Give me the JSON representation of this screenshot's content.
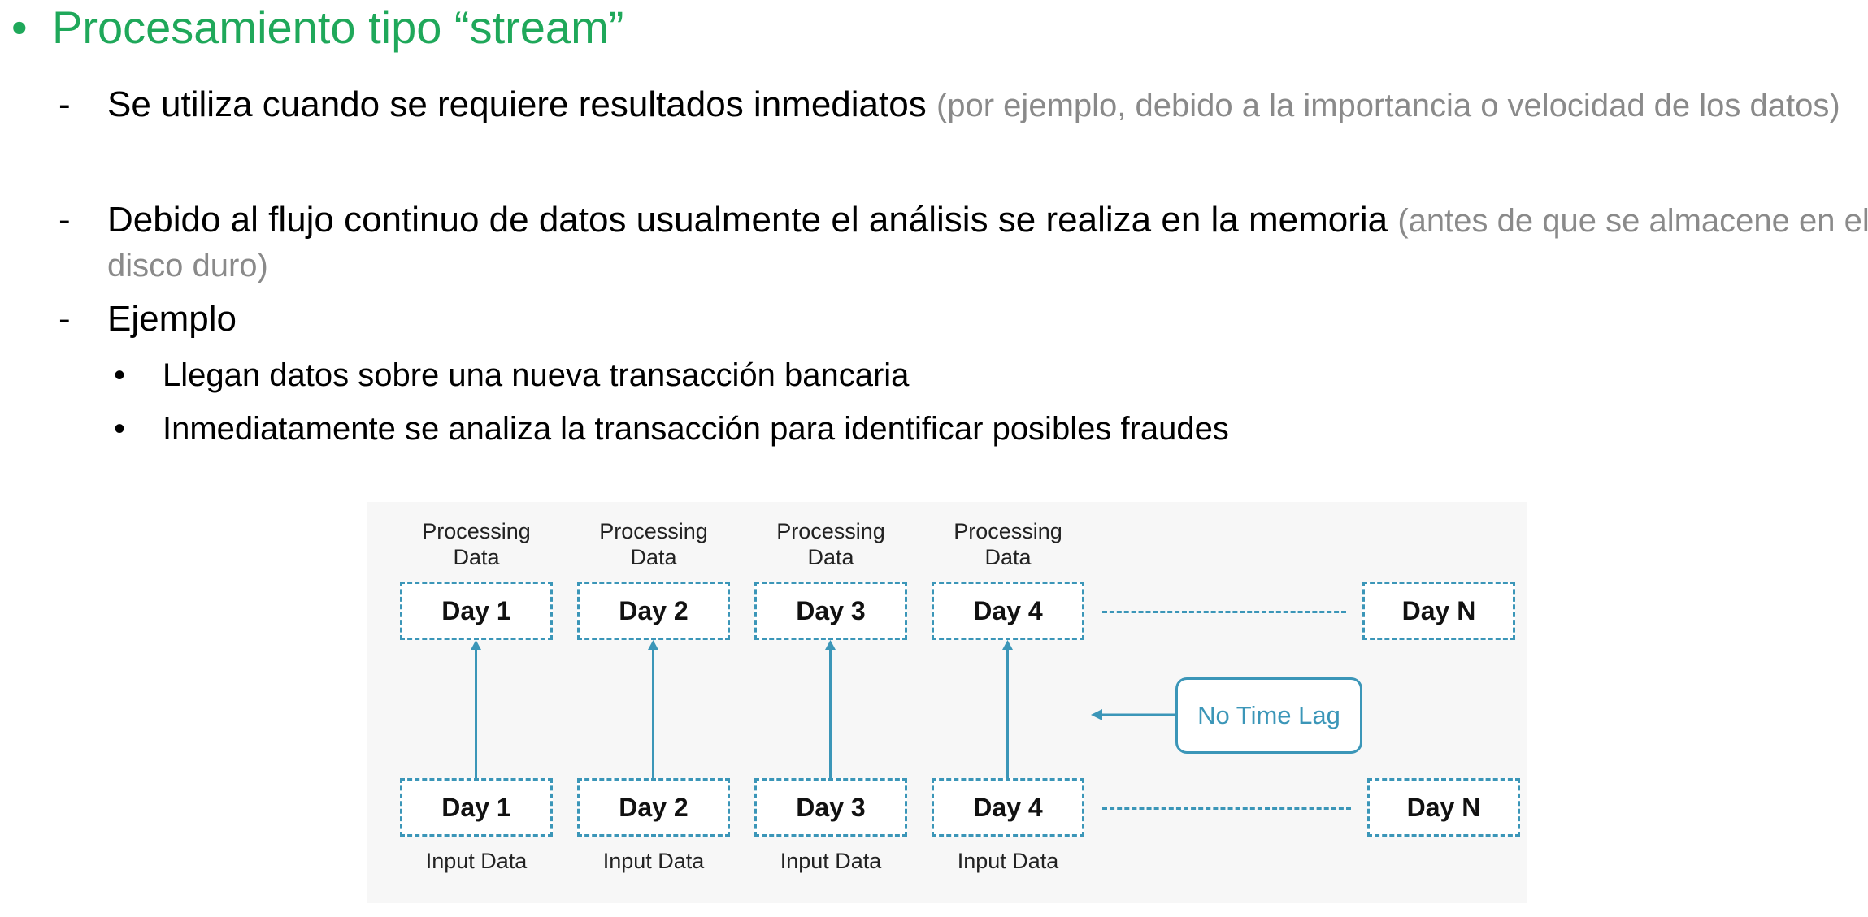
{
  "heading": {
    "bullet": "•",
    "text": "Procesamiento tipo “stream”"
  },
  "items": [
    {
      "dash": "-",
      "main": "Se utiliza cuando se requiere resultados inmediatos ",
      "note": "(por ejemplo, debido a la importancia o velocidad de los datos)"
    },
    {
      "dash": "-",
      "main": "Debido al flujo continuo de datos usualmente el análisis se realiza en la memoria ",
      "note": "(antes de que se almacene en el disco duro)"
    },
    {
      "dash": "-",
      "main": "Ejemplo",
      "note": ""
    }
  ],
  "subitems": [
    {
      "bullet": "•",
      "text": "Llegan datos sobre una nueva transacción bancaria"
    },
    {
      "bullet": "•",
      "text": "Inmediatamente se analiza la transacción para identificar posibles fraudes"
    }
  ],
  "diagram": {
    "processing_label_line1": "Processing",
    "processing_label_line2": "Data",
    "input_label": "Input Data",
    "top_days": [
      "Day 1",
      "Day 2",
      "Day 3",
      "Day 4",
      "Day N"
    ],
    "bottom_days": [
      "Day 1",
      "Day 2",
      "Day 3",
      "Day 4",
      "Day N"
    ],
    "callout": "No Time Lag",
    "accent_color": "#3b96b8"
  }
}
